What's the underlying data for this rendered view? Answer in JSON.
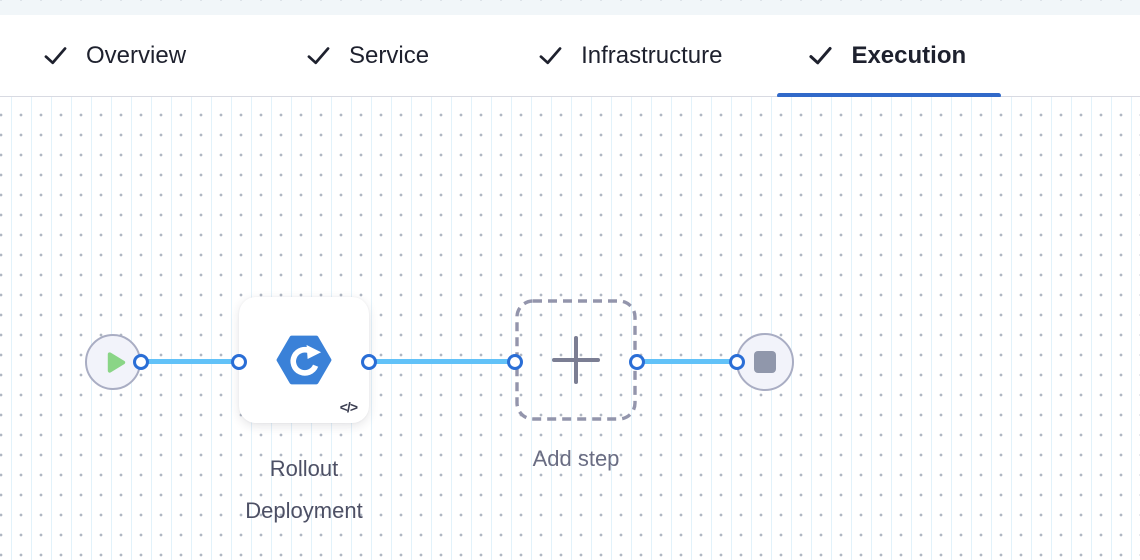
{
  "tab_bar": {
    "tabs": [
      {
        "label": "Overview",
        "checked": true
      },
      {
        "label": "Service",
        "checked": true
      },
      {
        "label": "Infrastructure",
        "checked": true
      },
      {
        "label": "Execution",
        "checked": true
      }
    ],
    "active_tab": "Execution"
  },
  "canvas": {
    "start_node": {
      "type": "start",
      "icon": "play-icon"
    },
    "steps": [
      {
        "label": "Rollout Deployment",
        "icon": "k8s-rollout-icon",
        "badge": "code-icon"
      },
      {
        "label": "Add step",
        "icon": "plus-icon",
        "placeholder": true
      }
    ],
    "end_node": {
      "type": "stop",
      "icon": "stop-icon"
    },
    "code_icon_text": "</>"
  },
  "colors": {
    "tab_active_underline": "#3169c9",
    "edge_line": "#62c2f8",
    "port_ring": "#2a6ed6",
    "play_green": "#8ad586",
    "hexagon_blue": "#3a81d8",
    "node_fill": "#f2f3fa",
    "node_border": "#a9adc3",
    "dashed_border": "#9395ac",
    "stop_gray": "#9097ab"
  }
}
